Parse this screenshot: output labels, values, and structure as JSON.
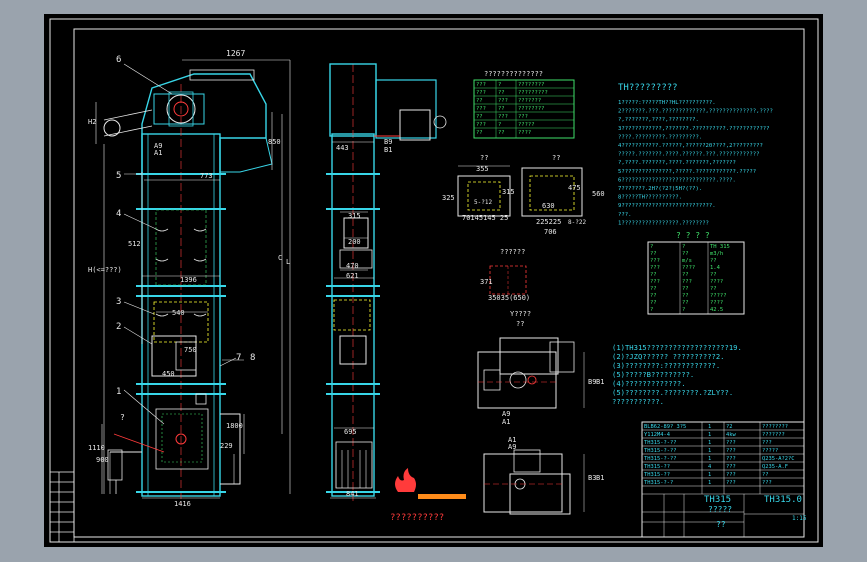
{
  "drawing": {
    "front_labels": {
      "width_top": "1267",
      "h2": "H2",
      "a9": "A9",
      "a1": "A1",
      "dim_850": "850",
      "dim_773": "773",
      "dim_512": "512",
      "dim_1396": "1396",
      "dim_540": "540",
      "dim_750": "750",
      "dim_450": "450",
      "dim_1800": "1800",
      "dim_229": "229",
      "dim_1110": "1110",
      "dim_900": "900",
      "dim_1416": "1416",
      "height_label": "H(<=???)",
      "c_label": "C",
      "l_label": "L",
      "question": "?",
      "callouts": [
        "6",
        "5",
        "4",
        "3",
        "2",
        "1",
        "7",
        "8"
      ]
    },
    "side_labels": {
      "dim_443": "443",
      "dim_315": "315",
      "dim_200": "200",
      "dim_470": "470",
      "dim_621": "621",
      "dim_695": "695",
      "dim_841": "841",
      "b9": "B9",
      "b1": "B1"
    },
    "spec_table": {
      "title": "??????????????",
      "rows": [
        [
          "???",
          "?",
          "????????"
        ],
        [
          "???",
          "??",
          "?????????"
        ],
        [
          "??",
          "???",
          "???????"
        ],
        [
          "???",
          "??",
          "????????"
        ],
        [
          "??",
          "???",
          "???"
        ],
        [
          "???",
          "?",
          "?????"
        ],
        [
          "??",
          "??",
          "????"
        ]
      ]
    },
    "section_views": {
      "left_label": "??",
      "right_label": "??",
      "dim_355": "355",
      "dim_315b": "315",
      "dim_325": "325",
      "dim_5x60": "5-?12",
      "dim_145": "70145145 25",
      "dim_560": "560",
      "dim_475": "475",
      "dim_630": "630",
      "dim_225": "225225",
      "dim_706": "706",
      "dim_8x": "8-?22",
      "small_title": "??????",
      "dim_371": "371",
      "dim_350": "35035(650)",
      "label_y": "Y????",
      "label_y2": "??"
    },
    "tech_notes": {
      "title": "TH?????????",
      "lines": [
        "1?????:?????TH??HL??????????.",
        "2???????.???.?????????????,??????????????,????",
        "  ?,???????,????,????????.",
        "3????????????,???????.??????????.????????????",
        "  ????.?????????.?????????.",
        "4???????????.??????,??????20????,2?????????",
        "  ?????.???????.????.??????.???.????????????",
        "  ?,????.???????,????.???????,???????",
        "5???????????????,?????.????????????.?????",
        "6????????????????????????????.????.",
        "7???????.2H?(?2?)5H?(??).",
        "8?????TH??????????.",
        "9???????????????????????????.",
        "  ???.",
        "1?????????????????.????????"
      ]
    },
    "param_table": {
      "title": "? ? ? ?",
      "rows": [
        [
          "?",
          "?",
          "TH 315"
        ],
        [
          "??",
          "??",
          "m3/h"
        ],
        [
          "???",
          "m/s",
          "??"
        ],
        [
          "???",
          "????",
          "1.4"
        ],
        [
          "??",
          "??",
          "??"
        ],
        [
          "???",
          "???",
          "????"
        ],
        [
          "??",
          "??",
          "??"
        ],
        [
          "??",
          "??",
          "?????"
        ],
        [
          "??",
          "??",
          "????"
        ],
        [
          "?",
          "?",
          "42.5"
        ]
      ]
    },
    "notes_block": {
      "lines": [
        "(1)TH315???????????????????19.",
        "(2)?JZQ?????? ??????????2.",
        "(3)????????:????????????.",
        "(5)?????B?????????.",
        "(4)?????????????.",
        "(5)????????.????????.?ZLY??.",
        "  ???????????."
      ]
    },
    "plan_views": {
      "a9": "A9",
      "a1": "A1",
      "b9": "B9",
      "b1": "B1",
      "a1b": "A1",
      "a9b": "A9",
      "b3": "B3",
      "b1b": "B1"
    },
    "logo": {
      "label": "??????????"
    },
    "title_block": {
      "rows": [
        [
          "BLB62-89? 3?5",
          "1",
          "?2",
          "????????"
        ],
        [
          "Y112M4-4",
          "1",
          "4kw",
          "???????"
        ],
        [
          "TH315-?-??",
          "1",
          "???",
          "???"
        ],
        [
          "TH315-?-??",
          "1",
          "???",
          "?????"
        ],
        [
          "TH315-?-??",
          "1",
          "???",
          "Q235-A?2?C"
        ],
        [
          "TH315-??",
          "4",
          "???",
          "Q235-A.F"
        ],
        [
          "TH315-??",
          "1",
          "???",
          "??"
        ],
        [
          "TH315-?-?",
          "1",
          "???",
          "???"
        ]
      ],
      "name": "TH315",
      "code": "TH315.0",
      "sub": "?????",
      "scale": "1:15",
      "company": "??"
    }
  }
}
